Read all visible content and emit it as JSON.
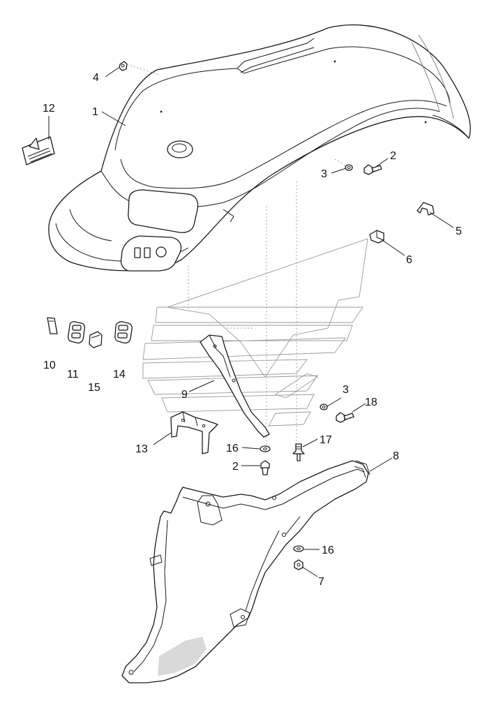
{
  "diagram": {
    "callouts": [
      {
        "id": "c4",
        "label": "4"
      },
      {
        "id": "c12",
        "label": "12"
      },
      {
        "id": "c1",
        "label": "1"
      },
      {
        "id": "c2a",
        "label": "2"
      },
      {
        "id": "c3a",
        "label": "3"
      },
      {
        "id": "c5",
        "label": "5"
      },
      {
        "id": "c6",
        "label": "6"
      },
      {
        "id": "c10",
        "label": "10"
      },
      {
        "id": "c11",
        "label": "11"
      },
      {
        "id": "c15",
        "label": "15"
      },
      {
        "id": "c14",
        "label": "14"
      },
      {
        "id": "c9",
        "label": "9"
      },
      {
        "id": "c3b",
        "label": "3"
      },
      {
        "id": "c18",
        "label": "18"
      },
      {
        "id": "c13",
        "label": "13"
      },
      {
        "id": "c16a",
        "label": "16"
      },
      {
        "id": "c17",
        "label": "17"
      },
      {
        "id": "c2b",
        "label": "2"
      },
      {
        "id": "c8",
        "label": "8"
      },
      {
        "id": "c16b",
        "label": "16"
      },
      {
        "id": "c7",
        "label": "7"
      }
    ]
  }
}
